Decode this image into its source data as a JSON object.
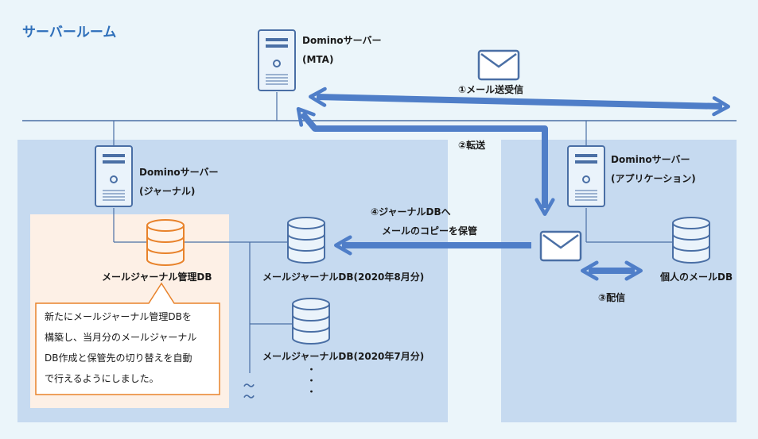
{
  "title": "サーバールーム",
  "servers": {
    "mta": {
      "name": "Dominoサーバー",
      "role": "(MTA)"
    },
    "journal": {
      "name": "Dominoサーバー",
      "role": "(ジャーナル)"
    },
    "application": {
      "name": "Dominoサーバー",
      "role": "(アプリケーション)"
    }
  },
  "databases": {
    "management": "メールジャーナル管理DB",
    "aug": "メールジャーナルDB(2020年8月分)",
    "jul": "メールジャーナルDB(2020年7月分)",
    "personal": "個人のメールDB"
  },
  "steps": {
    "send_receive": "①メール送受信",
    "transfer": "②転送",
    "deliver": "③配信",
    "journal_copy_1": "④ジャーナルDBへ",
    "journal_copy_2": "メールのコピーを保管"
  },
  "callout": {
    "lines": [
      "新たにメールジャーナル管理DBを",
      "構築し、当月分のメールジャーナル",
      "DB作成と保管先の切り替えを自動",
      "で行えるようにしました。"
    ]
  },
  "continuation": {
    "dots": [
      "・",
      "・",
      "・"
    ],
    "wave": "～"
  },
  "colors": {
    "accent": "#2e6fba",
    "zone": "#c6daf0",
    "server_stroke": "#4a6fa5",
    "db_highlight": "#e8822a",
    "callout_bg": "#fde9d9"
  }
}
